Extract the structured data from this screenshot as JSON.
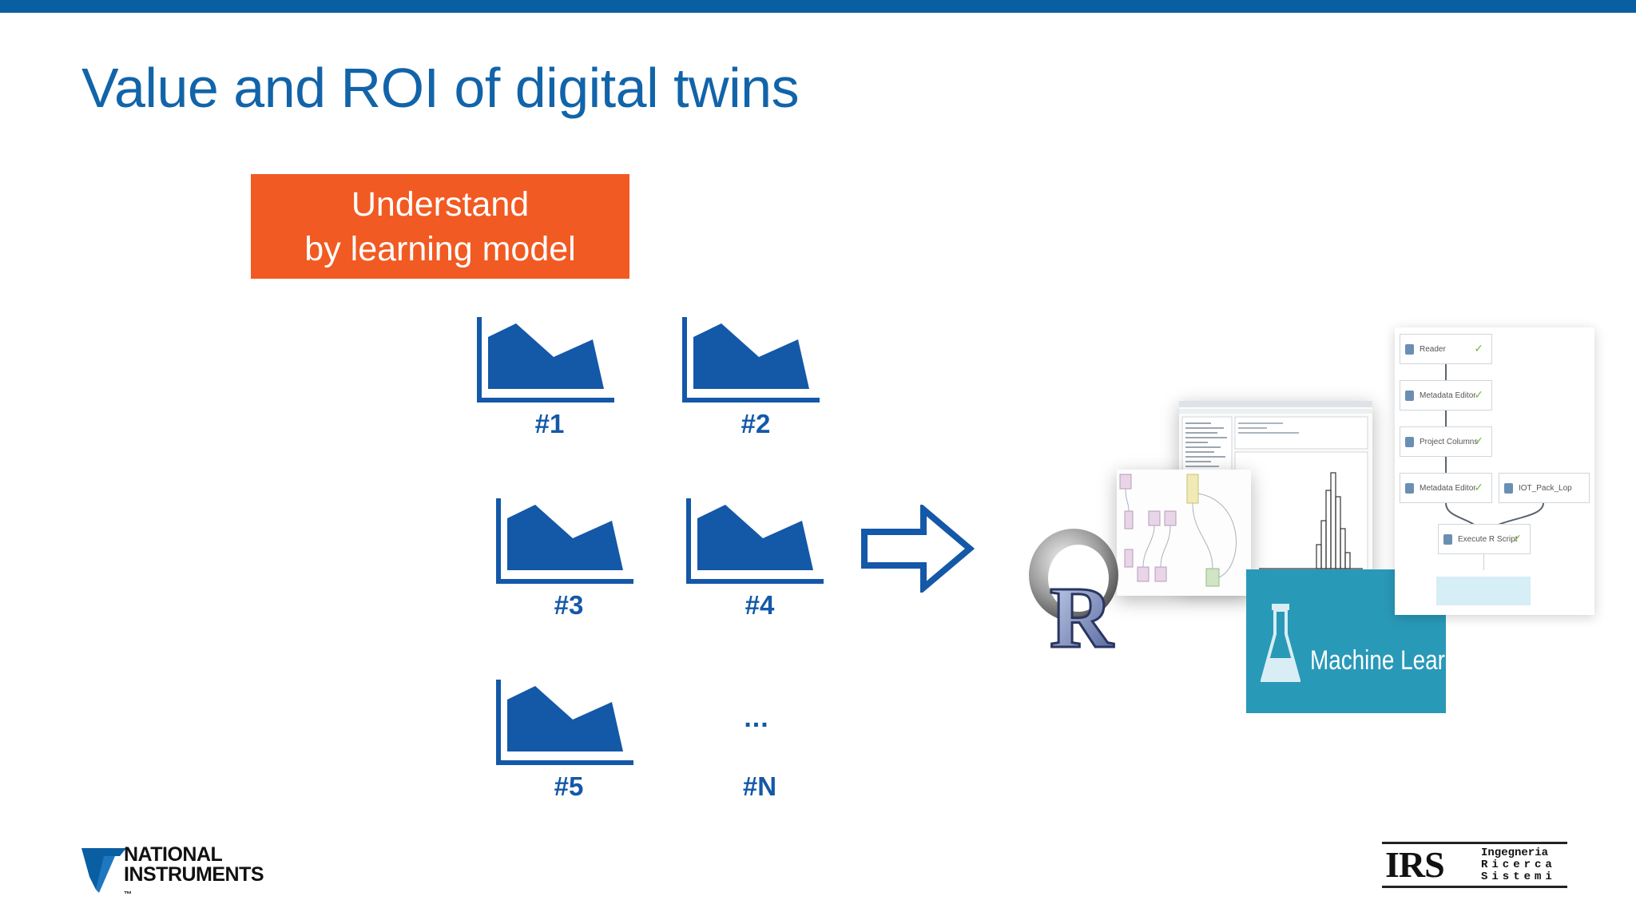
{
  "slide": {
    "title": "Value and ROI of digital twins",
    "highlight": {
      "line1": "Understand",
      "line2": "by learning model"
    },
    "models": [
      {
        "label": "#1"
      },
      {
        "label": "#2"
      },
      {
        "label": "#3"
      },
      {
        "label": "#4"
      },
      {
        "label": "#5"
      },
      {
        "label": "#N"
      }
    ],
    "ellipsis": "...",
    "ml_tile_text": "Machine Learning",
    "workflow_nodes": [
      "Reader",
      "Metadata Editor",
      "Project Columns",
      "Metadata Editor",
      "IOT_Pack_Lop",
      "Execute R Script"
    ]
  },
  "logos": {
    "left": {
      "line1": "NATIONAL",
      "line2": "INSTRUMENTS",
      "tm": "™"
    },
    "right": {
      "big": "IRS",
      "line1": "Ingegneria",
      "line2": "Ricerca",
      "line3": "Sistemi"
    }
  },
  "colors": {
    "brand_blue": "#1264a9",
    "accent_orange": "#f15a22",
    "chart_blue": "#1458a8",
    "ml_teal": "#2999b8"
  },
  "icons": [
    "area-chart-icon",
    "right-arrow-icon",
    "r-logo-icon",
    "flask-icon",
    "check-icon"
  ]
}
